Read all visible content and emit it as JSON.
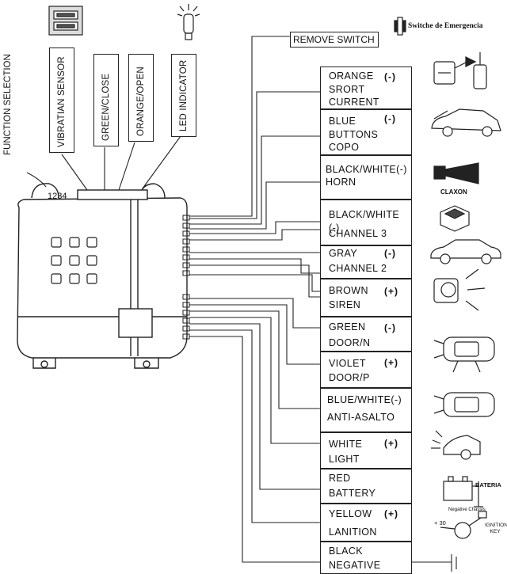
{
  "function_selection": "FUNCTION SELECTION",
  "top_labels": [
    "VIBRATIAN SENSOR",
    "GREEN/CLOSE",
    "ORANGE/OPEN",
    "LED INDICATOR"
  ],
  "pin_numbers": "1234",
  "remove_switch": "REMOVE SWITCH",
  "emergency_switch": "Switche de Emergencia",
  "wires": [
    {
      "lines": [
        "ORANGE",
        "SRORT",
        "CURRENT"
      ],
      "polarity": "(-)"
    },
    {
      "lines": [
        "BLUE",
        "BUTTONS",
        "COPO"
      ],
      "polarity": "(-)"
    },
    {
      "lines": [
        "BLACK/WHITE(-)",
        "HORN"
      ],
      "polarity": ""
    },
    {
      "lines": [
        "BLACK/WHITE (-)",
        "CHANNEL 3"
      ],
      "polarity": ""
    },
    {
      "lines": [
        "GRAY",
        "CHANNEL 2"
      ],
      "polarity": "(-)"
    },
    {
      "lines": [
        "BROWN",
        "SIREN"
      ],
      "polarity": "(+)"
    },
    {
      "lines": [
        "GREEN",
        "DOOR/N"
      ],
      "polarity": "(-)"
    },
    {
      "lines": [
        "VIOLET",
        "DOOR/P"
      ],
      "polarity": "(+)"
    },
    {
      "lines": [
        "BLUE/WHITE(-)",
        "ANTI-ASALTO"
      ],
      "polarity": ""
    },
    {
      "lines": [
        "WHITE",
        "LIGHT"
      ],
      "polarity": "(+)"
    },
    {
      "lines": [
        "RED",
        "BATTERY"
      ],
      "polarity": ""
    },
    {
      "lines": [
        "YELLOW",
        "LANITION"
      ],
      "polarity": "(+)"
    },
    {
      "lines": [
        "BLACK",
        "NEGATIVE"
      ],
      "polarity": ""
    }
  ],
  "icon_labels": {
    "claxon": "CLAXON",
    "bateria": "BATERIA",
    "negative_chassis": "Negative Chassis",
    "plus30": "+ 30",
    "ignition_key": "IGNITION KEY"
  }
}
